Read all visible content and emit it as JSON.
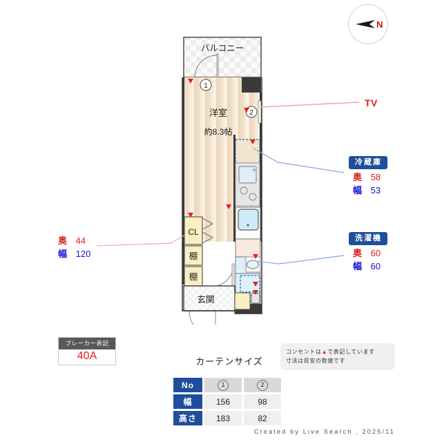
{
  "meta": {
    "footer": "Created by Live Search , 2025/11"
  },
  "compass": {
    "name": "north-compass",
    "letter": "N",
    "letter_color": "#D01010"
  },
  "plan": {
    "rooms": [
      {
        "id": "balcony",
        "label": "バルコニー"
      },
      {
        "id": "main-room",
        "label": "洋室",
        "area_label": "約8.3帖"
      },
      {
        "id": "closet",
        "label": "CL"
      },
      {
        "id": "shelf-upper",
        "label": "棚"
      },
      {
        "id": "shelf-lower",
        "label": "棚"
      },
      {
        "id": "entrance",
        "label": "玄関"
      }
    ],
    "window_markers": [
      {
        "id": "window-1",
        "label": "1"
      },
      {
        "id": "window-2",
        "label": "2"
      }
    ]
  },
  "callouts": {
    "tv": {
      "label": "TV",
      "color": "#E02020"
    },
    "refrigerator": {
      "title": "冷蔵庫",
      "depth_key": "奥",
      "depth_value": "58",
      "width_key": "幅",
      "width_value": "53"
    },
    "washer": {
      "title": "洗濯機",
      "depth_key": "奥",
      "depth_value": "60",
      "width_key": "幅",
      "width_value": "60"
    },
    "closet": {
      "depth_key": "奥",
      "depth_value": "44",
      "width_key": "幅",
      "width_value": "120"
    }
  },
  "breaker": {
    "header": "ブレーカー表記",
    "value": "40A"
  },
  "note": {
    "line1_prefix": "コンセントは",
    "line1_symbol": "▲",
    "line1_suffix": "で表記しています",
    "line2": "寸法は目安の数値です"
  },
  "curtain": {
    "title": "カーテンサイズ",
    "headers": [
      "No",
      "幅",
      "高さ"
    ],
    "columns": [
      "1",
      "2"
    ],
    "rows": [
      {
        "key": "幅",
        "values": [
          "156",
          "98"
        ]
      },
      {
        "key": "高さ",
        "values": [
          "183",
          "82"
        ]
      }
    ]
  }
}
